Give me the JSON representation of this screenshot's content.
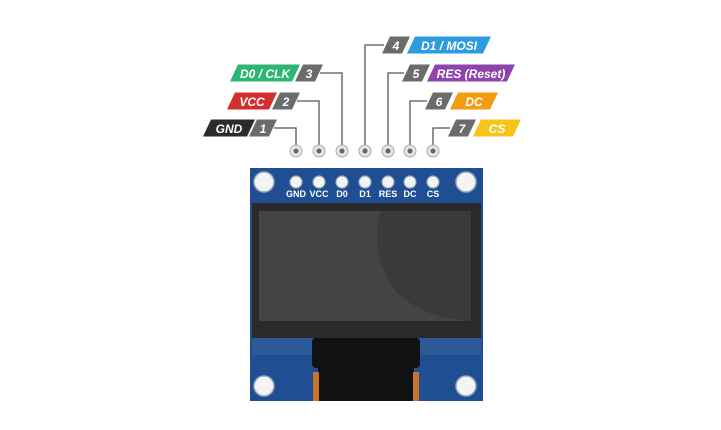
{
  "pins": [
    {
      "number": "1",
      "label": "GND",
      "silk": "GND",
      "color": "#2b2b2b"
    },
    {
      "number": "2",
      "label": "VCC",
      "silk": "VCC",
      "color": "#d32f2f"
    },
    {
      "number": "3",
      "label": "D0 / CLK",
      "silk": "D0",
      "color": "#2bb673"
    },
    {
      "number": "4",
      "label": "D1 / MOSI",
      "silk": "D1",
      "color": "#2e9be0"
    },
    {
      "number": "5",
      "label": "RES (Reset)",
      "silk": "RES",
      "color": "#8e44ad"
    },
    {
      "number": "6",
      "label": "DC",
      "silk": "DC",
      "color": "#f39c12"
    },
    {
      "number": "7",
      "label": "CS",
      "silk": "CS",
      "color": "#f5c518"
    }
  ],
  "colors": {
    "number_box": "#6b6b6b",
    "wire": "#555555",
    "pcb": "#1f4f92",
    "screen_frame": "#2a2a2a",
    "screen": "#444444",
    "connector": "#111111",
    "hole": "#f4f4f4"
  }
}
